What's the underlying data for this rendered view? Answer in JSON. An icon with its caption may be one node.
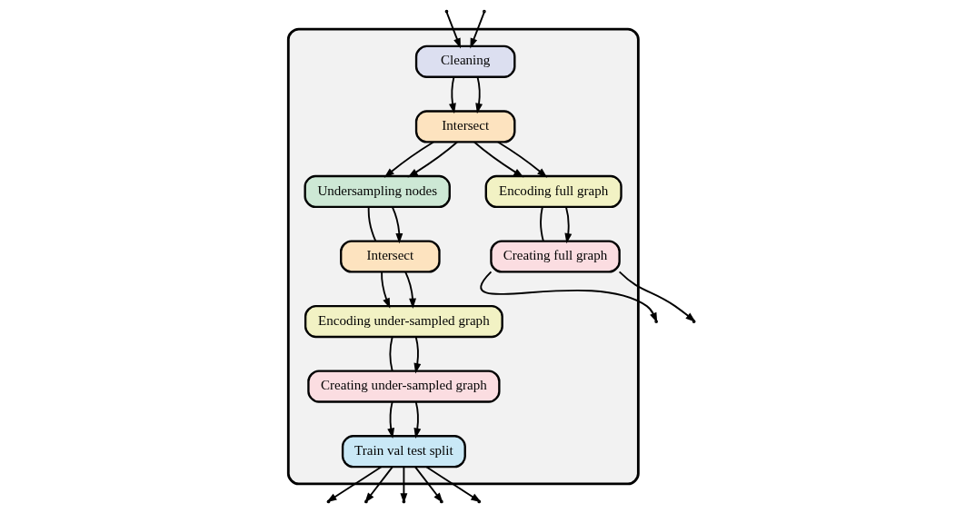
{
  "diagram": {
    "nodes": [
      {
        "text": [],
        "shape": "box"
      },
      {
        "text": [
          "Cleaning"
        ],
        "in": 0
      },
      {
        "text": [
          "Intersect"
        ],
        "in": 0
      },
      {
        "text": [
          "Undersampling nodes"
        ],
        "in": 0
      },
      {
        "text": [
          "Intersect"
        ],
        "in": 0
      },
      {
        "text": [
          "Encoding full graph"
        ],
        "in": 0
      },
      {
        "text": [
          "Creating full graph"
        ],
        "in": 0
      },
      {
        "text": [
          "Encoding under-sampled graph"
        ],
        "in": 0
      },
      {
        "text": [
          "Creating under-sampled graph"
        ],
        "in": 0
      },
      {
        "text": [
          "Train val test split"
        ],
        "in": 0
      }
    ],
    "edges": [
      {
        "from": null,
        "to": 1,
        "arrow": "to"
      },
      {
        "from": null,
        "to": 1,
        "arrow": "to"
      },
      {
        "from": 1,
        "to": 2,
        "arrow": "to"
      },
      {
        "from": 1,
        "to": 2,
        "arrow": "to"
      },
      {
        "from": 2,
        "to": 3,
        "arrow": "to"
      },
      {
        "from": 2,
        "to": 3,
        "arrow": "to"
      },
      {
        "from": 3,
        "to": 4,
        "arrow": "none"
      },
      {
        "from": 3,
        "to": 4,
        "arrow": "to"
      },
      {
        "from": 2,
        "to": 5,
        "arrow": "to"
      },
      {
        "from": 2,
        "to": 5,
        "arrow": "to"
      },
      {
        "from": 5,
        "to": 6,
        "arrow": "none"
      },
      {
        "from": 5,
        "to": 6,
        "arrow": "to"
      },
      {
        "from": 6,
        "to": null,
        "arrow": "to"
      },
      {
        "from": 6,
        "to": null,
        "arrow": "to"
      },
      {
        "from": 4,
        "to": 7,
        "arrow": "to"
      },
      {
        "from": 4,
        "to": 7,
        "arrow": "to"
      },
      {
        "from": 7,
        "to": 8,
        "arrow": "none"
      },
      {
        "from": 7,
        "to": 8,
        "arrow": "to"
      },
      {
        "from": 8,
        "to": 9,
        "arrow": "to"
      },
      {
        "from": 8,
        "to": 9,
        "arrow": "to"
      },
      {
        "from": 9,
        "to": null,
        "arrow": "to"
      },
      {
        "from": 9,
        "to": null,
        "arrow": "to"
      },
      {
        "from": 9,
        "to": null,
        "arrow": "to"
      },
      {
        "from": 9,
        "to": null,
        "arrow": "to"
      },
      {
        "from": 9,
        "to": null,
        "arrow": "to"
      }
    ]
  }
}
